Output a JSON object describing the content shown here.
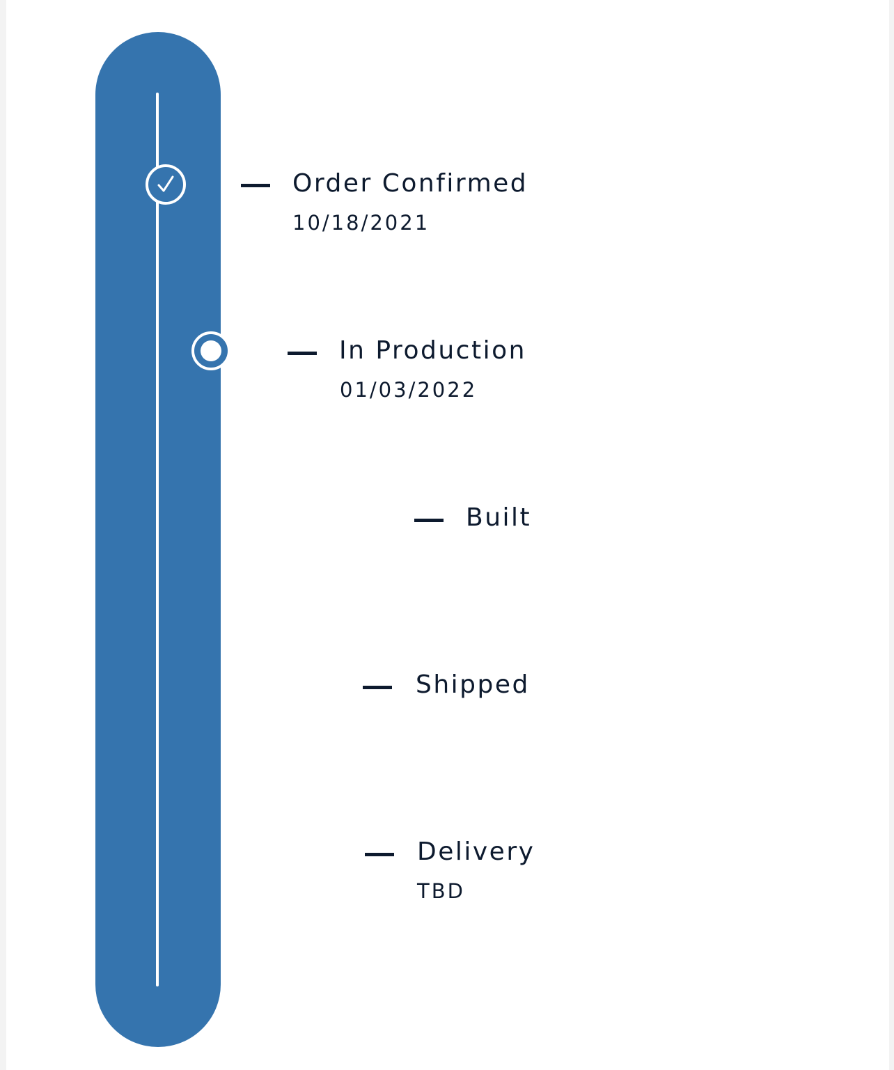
{
  "accent_color": "#3574ae",
  "text_color": "#0d1a2e",
  "timeline": {
    "steps": [
      {
        "title": "Order Confirmed",
        "date": "10/18/2021",
        "status": "completed",
        "icon": "check-icon"
      },
      {
        "title": "In Production",
        "date": "01/03/2022",
        "status": "current",
        "icon": "current-step-icon"
      },
      {
        "title": "Built",
        "status": "pending"
      },
      {
        "title": "Shipped",
        "status": "pending"
      },
      {
        "title": "Delivery",
        "date": "TBD",
        "status": "pending"
      }
    ]
  }
}
